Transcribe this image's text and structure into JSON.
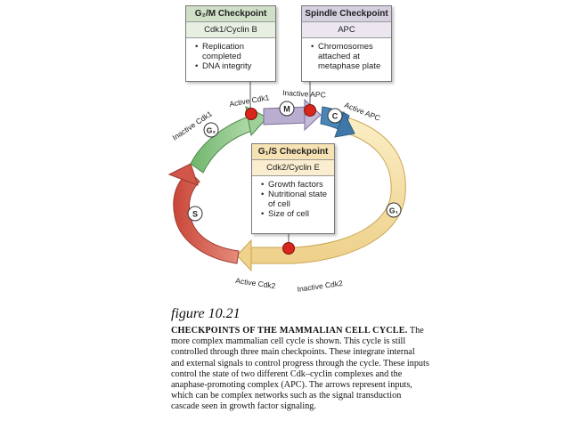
{
  "checkpoints": {
    "g2m": {
      "title": "G₂/M Checkpoint",
      "complex": "Cdk1/Cyclin B",
      "items": [
        "Replication completed",
        "DNA integrity"
      ]
    },
    "spindle": {
      "title": "Spindle Checkpoint",
      "complex": "APC",
      "items": [
        "Chromosomes attached at metaphase plate"
      ]
    },
    "g1s": {
      "title": "G₁/S Checkpoint",
      "complex": "Cdk2/Cyclin E",
      "items": [
        "Growth factors",
        "Nutritional state of cell",
        "Size of cell"
      ]
    }
  },
  "phases": {
    "m": "M",
    "c": "C",
    "g1": "G₁",
    "s": "S",
    "g2": "G₂"
  },
  "labels": {
    "inactive_cdk1": "Inactive Cdk1",
    "active_cdk1": "Active Cdk1",
    "inactive_apc": "Inactive APC",
    "active_apc": "Active APC",
    "active_cdk2": "Active Cdk2",
    "inactive_cdk2": "Inactive Cdk2"
  },
  "colors": {
    "g1": "#f3dfa2",
    "s": "#d9685a",
    "g2": "#8fc68a",
    "m": "#b9aed0",
    "c": "#4a86b8",
    "checkpoint_dot": "#d9261c"
  },
  "caption": {
    "number": "figure 10.21",
    "title": "CHECKPOINTS OF THE MAMMALIAN CELL CYCLE.",
    "body": "The more complex mammalian cell cycle is shown. This cycle is still controlled through three main checkpoints. These integrate internal and external signals to control progress through the cycle. These inputs control the state of two different Cdk–cyclin complexes and the anaphase-promoting complex (APC). The arrows represent inputs, which can be complex networks such as the signal transduction cascade seen in growth factor signaling."
  }
}
